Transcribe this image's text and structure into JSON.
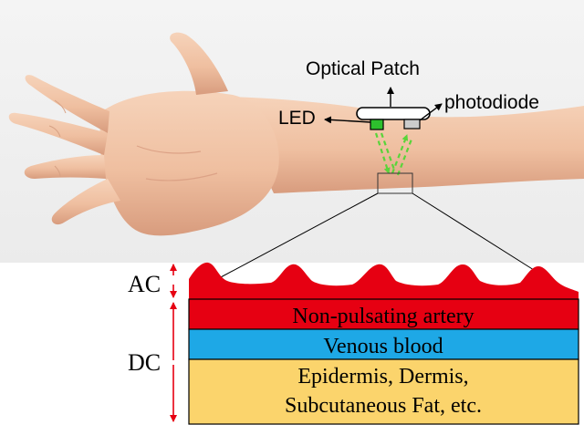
{
  "labels": {
    "optical_patch": "Optical Patch",
    "led": "LED",
    "photodiode": "photodiode",
    "ac": "AC",
    "dc": "DC"
  },
  "layers": [
    {
      "key": "artery",
      "text": [
        "Non-pulsating artery"
      ],
      "color": "#e60012"
    },
    {
      "key": "venous",
      "text": [
        "Venous blood"
      ],
      "color": "#1ea8e6"
    },
    {
      "key": "tissue",
      "text": [
        "Epidermis, Dermis,",
        "Subcutaneous Fat, etc."
      ],
      "color": "#fbd46c"
    }
  ],
  "colors": {
    "pulsatile": "#e60012",
    "led": "#2dbf2d",
    "photodiode": "#cccccc",
    "light_path": "#5ad43a",
    "measure_arrow": "#e60012",
    "photo_background": "#f1f1f1",
    "skin": "#f1c2a3"
  },
  "icons": [
    "hand-wrist-photo",
    "optical-patch-device",
    "led-emitter-icon",
    "photodiode-sensor-icon",
    "arrow-icon"
  ]
}
